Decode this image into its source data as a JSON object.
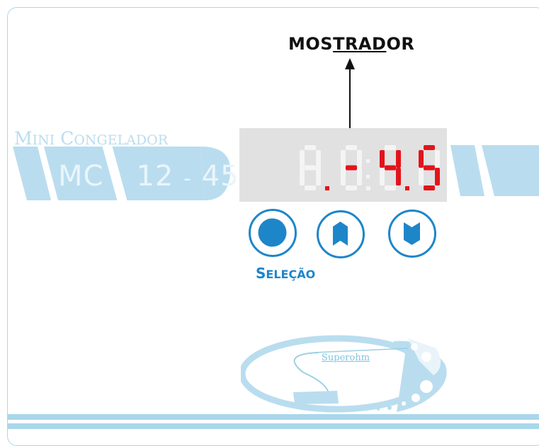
{
  "callout": {
    "label_prefix": "MOS",
    "label_underlined": "TRAD",
    "label_suffix": "OR"
  },
  "model": {
    "title_big_1": "M",
    "title_small_1": "INI",
    "title_big_2": " C",
    "title_small_2": "ONGELADOR",
    "code_part1": "MC",
    "code_part2": "12",
    "code_dash": "-",
    "code_part3": "45"
  },
  "display": {
    "digits": [
      "8.",
      "8:",
      "8.",
      "8"
    ],
    "lit_text": "-45",
    "active_color": "#e3141b",
    "inactive_color": "#f4f4f4"
  },
  "buttons": {
    "select_icon": "filled-circle-icon",
    "up_icon": "chevron-up-icon",
    "down_icon": "chevron-down-icon",
    "select_label_big": "S",
    "select_label_small": "ELEÇÃO"
  },
  "brand": {
    "name": "Superohm"
  },
  "colors": {
    "accent_blue": "#1d86c9",
    "light_blue": "#a9d7ea",
    "display_bg": "#e1e1e1",
    "digit_red": "#e3141b"
  }
}
